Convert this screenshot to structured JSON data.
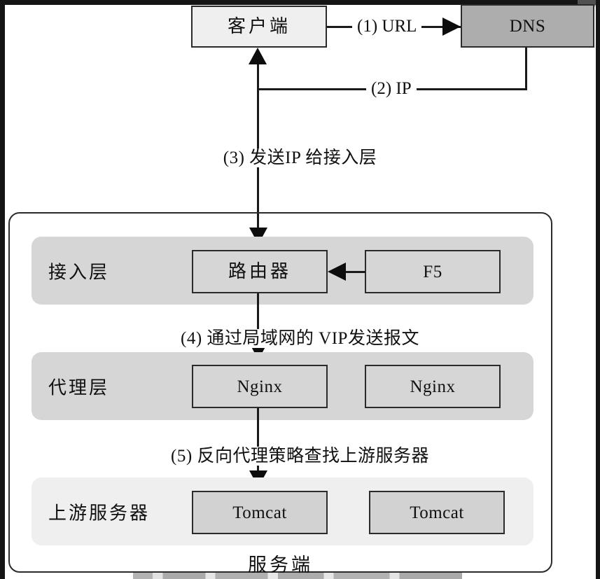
{
  "diagram": {
    "title": "Nginx request flow architecture",
    "client_box": {
      "label": "客户端"
    },
    "dns_box": {
      "label": "DNS"
    },
    "edges": {
      "url": "(1) URL",
      "ip": "(2) IP",
      "send_ip_to_access": "(3) 发送IP 给接入层",
      "vip_send_packet": "(4) 通过局域网的 VIP发送报文",
      "reverse_proxy_lookup": "(5) 反向代理策略查找上游服务器"
    },
    "server_side": {
      "caption": "服务端",
      "layers": [
        {
          "name": "access-layer",
          "label": "接入层",
          "nodes": [
            {
              "label": "路由器"
            },
            {
              "label": "F5"
            }
          ]
        },
        {
          "name": "proxy-layer",
          "label": "代理层",
          "nodes": [
            {
              "label": "Nginx"
            },
            {
              "label": "Nginx"
            }
          ]
        },
        {
          "name": "upstream-layer",
          "label": "上游服务器",
          "nodes": [
            {
              "label": "Tomcat"
            },
            {
              "label": "Tomcat"
            }
          ]
        }
      ]
    },
    "colors": {
      "client_fill": "#efefef",
      "dns_fill": "#adadad",
      "band_gray": "#d6d6d6",
      "band_pale": "#efefef",
      "node_fill": "#d6d6d6",
      "tomcat_fill": "#d2d2d2",
      "stroke": "#2b2b2b"
    }
  }
}
